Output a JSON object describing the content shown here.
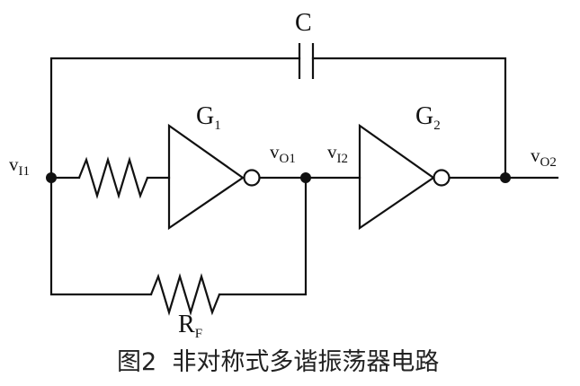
{
  "labels": {
    "capacitor": "C",
    "gate1": {
      "main": "G",
      "sub": "1"
    },
    "gate2": {
      "main": "G",
      "sub": "2"
    },
    "vi1": {
      "main": "v",
      "sub": "I1"
    },
    "vo1": {
      "main": "v",
      "sub": "O1"
    },
    "vi2": {
      "main": "v",
      "sub": "I2"
    },
    "vo2": {
      "main": "v",
      "sub": "O2"
    },
    "feedback_resistor": {
      "main": "R",
      "sub": "F"
    }
  },
  "caption": "图2  非对称式多谐振荡器电路",
  "colors": {
    "ink": "#111111",
    "background": "#ffffff"
  }
}
